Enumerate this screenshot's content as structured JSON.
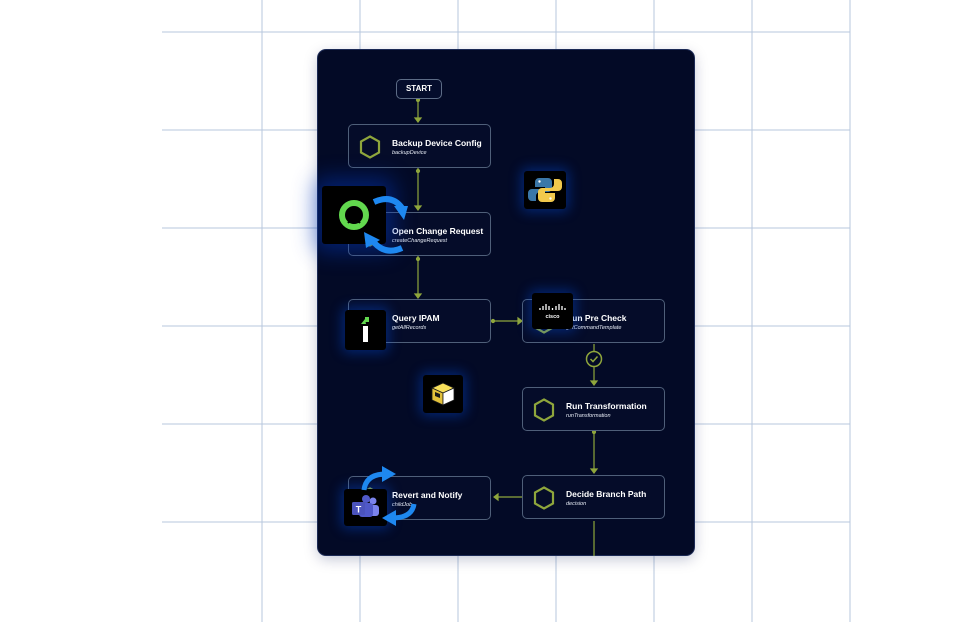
{
  "start_label": "START",
  "nodes": [
    {
      "title": "Backup Device Config",
      "sub": "backupDevice"
    },
    {
      "title": "Open Change Request",
      "sub": "createChangeRequest"
    },
    {
      "title": "Query IPAM",
      "sub": "getAllRecords"
    },
    {
      "title": "Run Pre Check",
      "sub": "getCommandTemplate"
    },
    {
      "title": "Run Transformation",
      "sub": "runTransformation"
    },
    {
      "title": "Decide Branch Path",
      "sub": "decision"
    },
    {
      "title": "Revert and Notify",
      "sub": "childJob"
    }
  ],
  "integration_logos": [
    "servicenow-logo",
    "python-logo",
    "infoblox-logo",
    "cisco-logo",
    "cube-logo",
    "teams-logo"
  ],
  "cisco_text": "cisco",
  "teams_letter": "T",
  "colors": {
    "canvas": "#030a26",
    "node_border": "#4f5f79",
    "connector": "#8fa63c",
    "hexagon": "#8fa63c",
    "refresh_arrows": "#1e88f0",
    "grid": "#b7c7dd"
  }
}
